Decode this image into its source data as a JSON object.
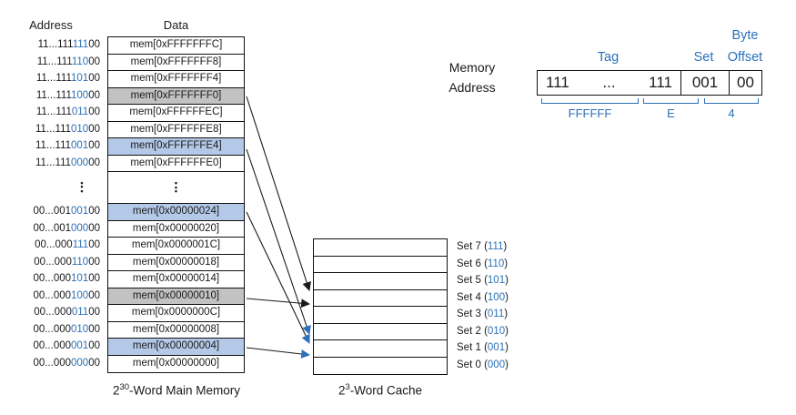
{
  "colors": {
    "blue_text": "#2B70B8",
    "row_blue_fill": "#B4C9E7",
    "row_gray_fill": "#C2C2C2",
    "line_black": "#1a1a1a"
  },
  "memory": {
    "address_header": "Address",
    "data_header": "Data",
    "ellipsis": "•\n•\n•",
    "caption": {
      "base": "2",
      "exp": "30",
      "rest": "-Word Main Memory"
    },
    "rows": [
      {
        "pre": "11...111",
        "set": "111",
        "off": "00",
        "data": "mem[0xFFFFFFFC]",
        "highlight": "none"
      },
      {
        "pre": "11...111",
        "set": "110",
        "off": "00",
        "data": "mem[0xFFFFFFF8]",
        "highlight": "none"
      },
      {
        "pre": "11...111",
        "set": "101",
        "off": "00",
        "data": "mem[0xFFFFFFF4]",
        "highlight": "none"
      },
      {
        "pre": "11...111",
        "set": "100",
        "off": "00",
        "data": "mem[0xFFFFFFF0]",
        "highlight": "gray"
      },
      {
        "pre": "11...111",
        "set": "011",
        "off": "00",
        "data": "mem[0xFFFFFFEC]",
        "highlight": "none"
      },
      {
        "pre": "11...111",
        "set": "010",
        "off": "00",
        "data": "mem[0xFFFFFFE8]",
        "highlight": "none"
      },
      {
        "pre": "11...111",
        "set": "001",
        "off": "00",
        "data": "mem[0xFFFFFFE4]",
        "highlight": "blue"
      },
      {
        "pre": "11...111",
        "set": "000",
        "off": "00",
        "data": "mem[0xFFFFFFE0]",
        "highlight": "none"
      },
      {
        "pre": "00...001",
        "set": "001",
        "off": "00",
        "data": "mem[0x00000024]",
        "highlight": "blue"
      },
      {
        "pre": "00...001",
        "set": "000",
        "off": "00",
        "data": "mem[0x00000020]",
        "highlight": "none"
      },
      {
        "pre": "00...000",
        "set": "111",
        "off": "00",
        "data": "mem[0x0000001C]",
        "highlight": "none"
      },
      {
        "pre": "00...000",
        "set": "110",
        "off": "00",
        "data": "mem[0x00000018]",
        "highlight": "none"
      },
      {
        "pre": "00...000",
        "set": "101",
        "off": "00",
        "data": "mem[0x00000014]",
        "highlight": "none"
      },
      {
        "pre": "00...000",
        "set": "100",
        "off": "00",
        "data": "mem[0x00000010]",
        "highlight": "gray"
      },
      {
        "pre": "00...000",
        "set": "011",
        "off": "00",
        "data": "mem[0x0000000C]",
        "highlight": "none"
      },
      {
        "pre": "00...000",
        "set": "010",
        "off": "00",
        "data": "mem[0x00000008]",
        "highlight": "none"
      },
      {
        "pre": "00...000",
        "set": "001",
        "off": "00",
        "data": "mem[0x00000004]",
        "highlight": "blue"
      },
      {
        "pre": "00...000",
        "set": "000",
        "off": "00",
        "data": "mem[0x00000000]",
        "highlight": "none"
      }
    ]
  },
  "cache": {
    "caption": {
      "base": "2",
      "exp": "3",
      "rest": "-Word Cache"
    },
    "paren_open": "(",
    "paren_close": ")",
    "sets": [
      {
        "label": "Set 7",
        "bits": "111",
        "highlight": "none"
      },
      {
        "label": "Set 6",
        "bits": "110",
        "highlight": "none"
      },
      {
        "label": "Set 5",
        "bits": "101",
        "highlight": "none"
      },
      {
        "label": "Set 4",
        "bits": "100",
        "highlight": "gray"
      },
      {
        "label": "Set 3",
        "bits": "011",
        "highlight": "none"
      },
      {
        "label": "Set 2",
        "bits": "010",
        "highlight": "none"
      },
      {
        "label": "Set 1",
        "bits": "001",
        "highlight": "blue"
      },
      {
        "label": "Set 0",
        "bits": "000",
        "highlight": "none"
      }
    ]
  },
  "address_breakdown": {
    "label_line1": "Memory",
    "label_line2": "Address",
    "byte_label": "Byte",
    "tag_label": "Tag",
    "set_label": "Set",
    "offset_label": "Offset",
    "tag_left": "111",
    "tag_dots": "...",
    "tag_right": "111",
    "set_value": "001",
    "offset_value": "00",
    "hex_tag": "FFFFFF",
    "hex_mid": "E",
    "hex_low": "4"
  },
  "arrows": [
    {
      "from": "mem[0xFFFFFFF0]",
      "to": "Set 4",
      "color": "black"
    },
    {
      "from": "mem[0x00000010]",
      "to": "Set 4",
      "color": "black"
    },
    {
      "from": "mem[0xFFFFFFE4]",
      "to": "Set 1",
      "color": "blue"
    },
    {
      "from": "mem[0x00000024]",
      "to": "Set 1",
      "color": "blue"
    },
    {
      "from": "mem[0x00000004]",
      "to": "Set 1",
      "color": "blue"
    }
  ]
}
